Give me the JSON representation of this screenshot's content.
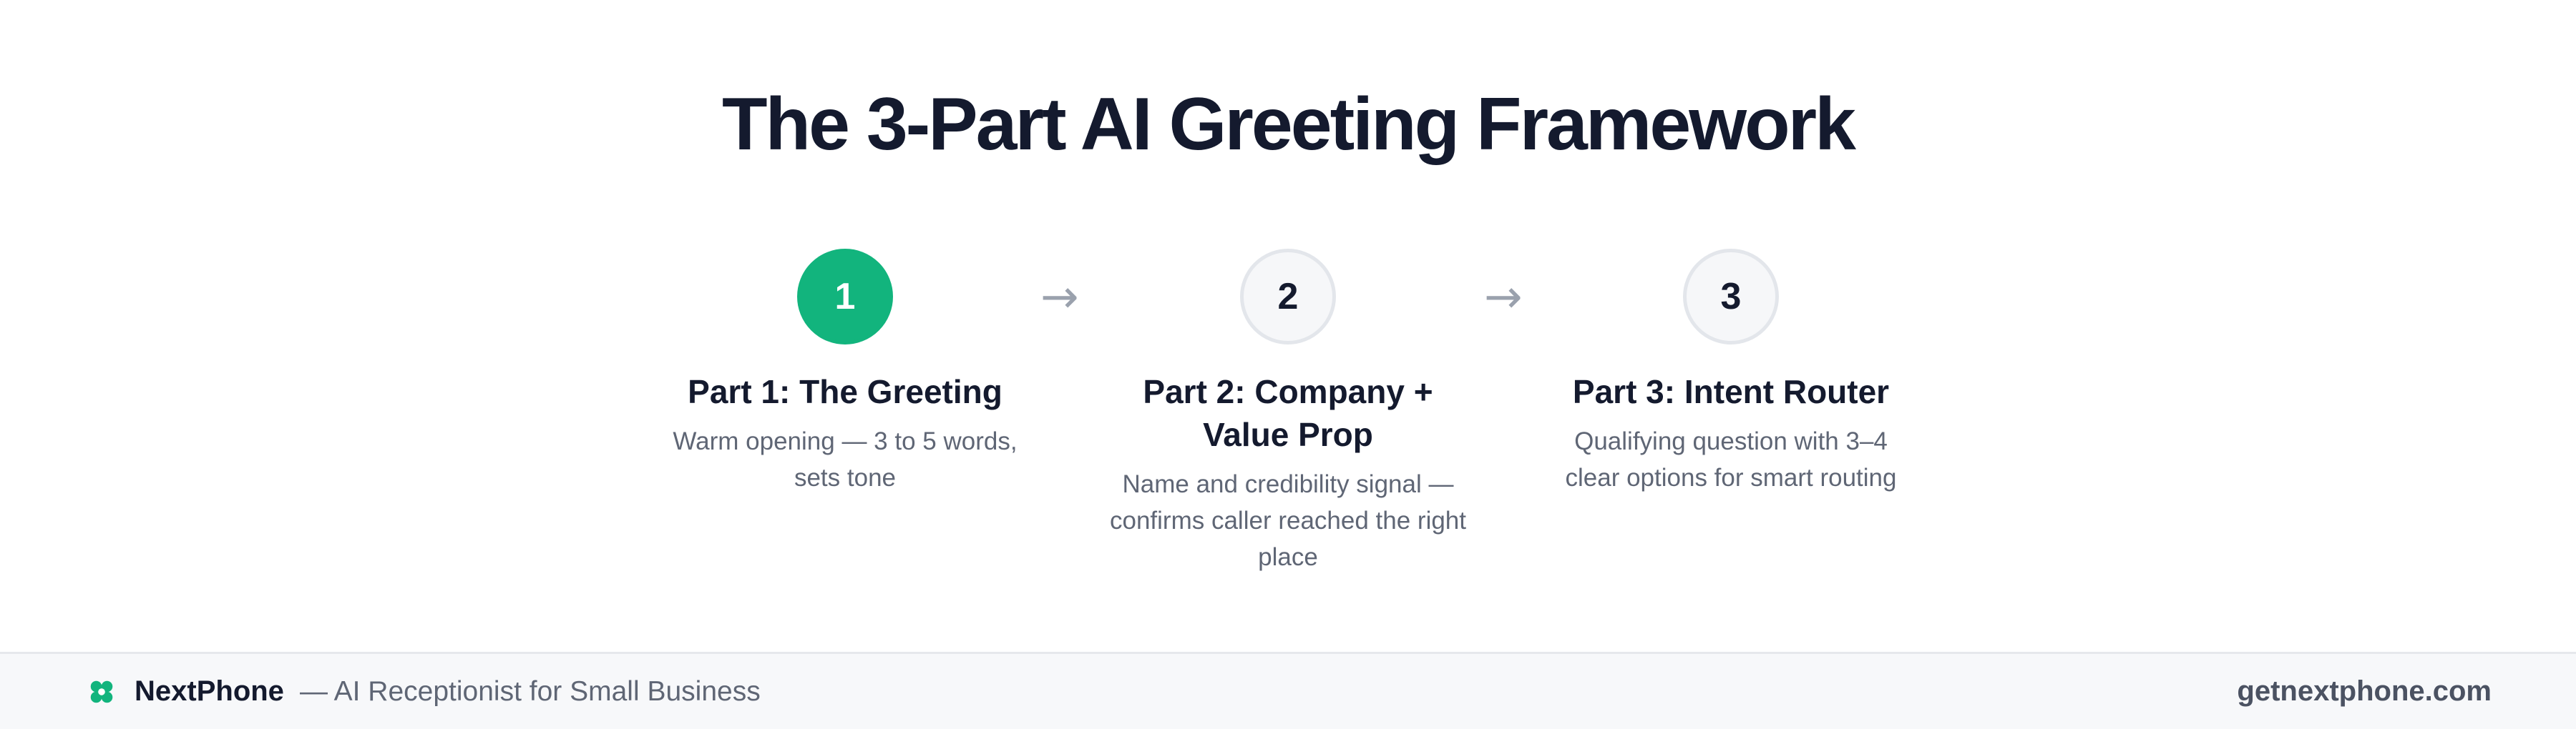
{
  "title": "The 3-Part AI Greeting Framework",
  "steps": [
    {
      "number": "1",
      "title": "Part 1: The Greeting",
      "description": "Warm opening — 3 to 5 words, sets tone",
      "active": true
    },
    {
      "number": "2",
      "title": "Part 2: Company + Value Prop",
      "description": "Name and credibility signal — confirms caller reached the right place",
      "active": false
    },
    {
      "number": "3",
      "title": "Part 3: Intent Router",
      "description": "Qualifying question with 3–4 clear options for smart routing",
      "active": false
    }
  ],
  "arrow_glyph": "→",
  "footer": {
    "brand_icon": "clover-icon",
    "brand_name": "NextPhone",
    "tagline": "— AI Receptionist for Small Business",
    "website": "getnextphone.com"
  },
  "colors": {
    "accent": "#12b47d",
    "title": "#141a2e",
    "muted": "#5f6675",
    "arrow": "#9aa1ad",
    "footer_bg": "#f7f8fa"
  }
}
